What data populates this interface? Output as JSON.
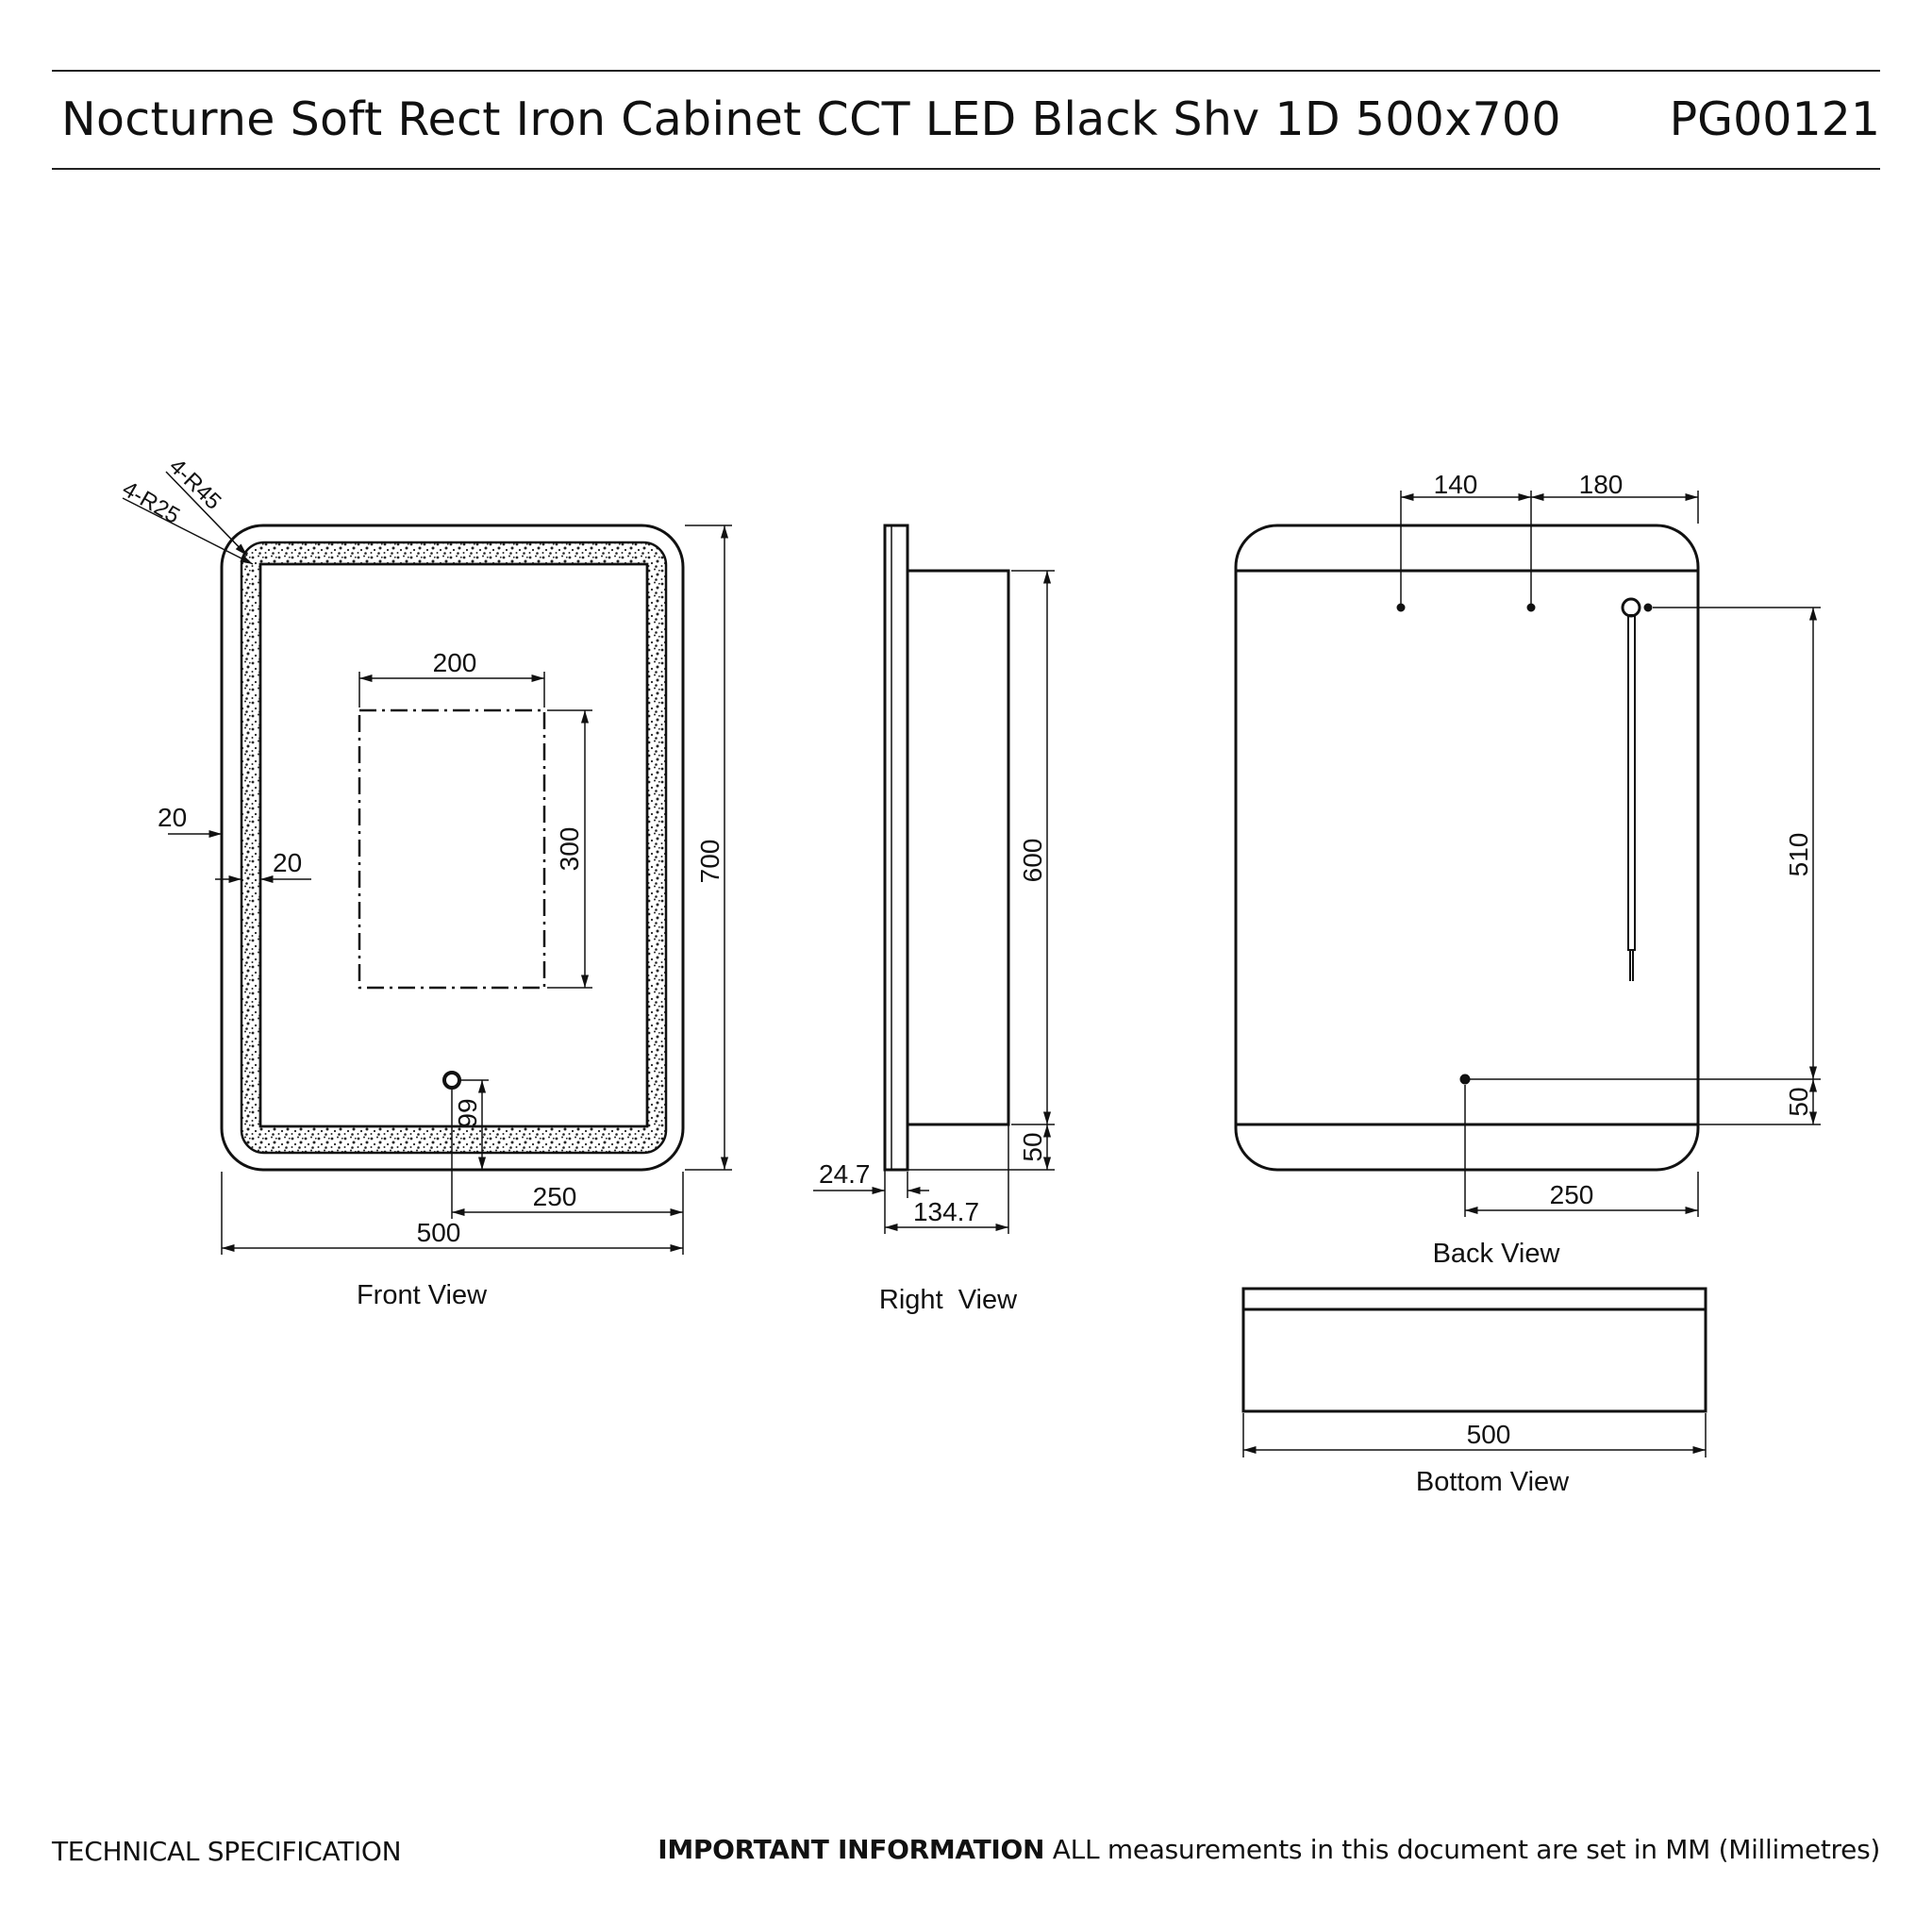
{
  "header": {
    "title": "Nocturne Soft Rect Iron Cabinet CCT LED Black Shv 1D 500x700",
    "code": "PG00121"
  },
  "views": {
    "front": {
      "label": "Front View",
      "radius_outer": "4-R45",
      "radius_inner": "4-R25",
      "dim_width": "500",
      "dim_height": "700",
      "dim_offset_left": "20",
      "dim_offset_inner": "20",
      "dim_demister_width": "200",
      "dim_demister_height": "300",
      "dim_switch_x": "250",
      "dim_switch_y": "99"
    },
    "right": {
      "label": "Right  View",
      "dim_body": "600",
      "dim_bottom": "50",
      "dim_front_depth": "24.7",
      "dim_total_depth": "134.7"
    },
    "back": {
      "label": "Back View",
      "dim_hole1": "140",
      "dim_hole2": "180",
      "dim_vertical": "510",
      "dim_bottom": "50",
      "dim_center": "250"
    },
    "bottom": {
      "label": "Bottom View",
      "dim_width": "500"
    }
  },
  "footer": {
    "left": "TECHNICAL SPECIFICATION",
    "important_label": "IMPORTANT INFORMATION",
    "important_text": " ALL measurements in this document are set in MM (Millimetres)"
  }
}
